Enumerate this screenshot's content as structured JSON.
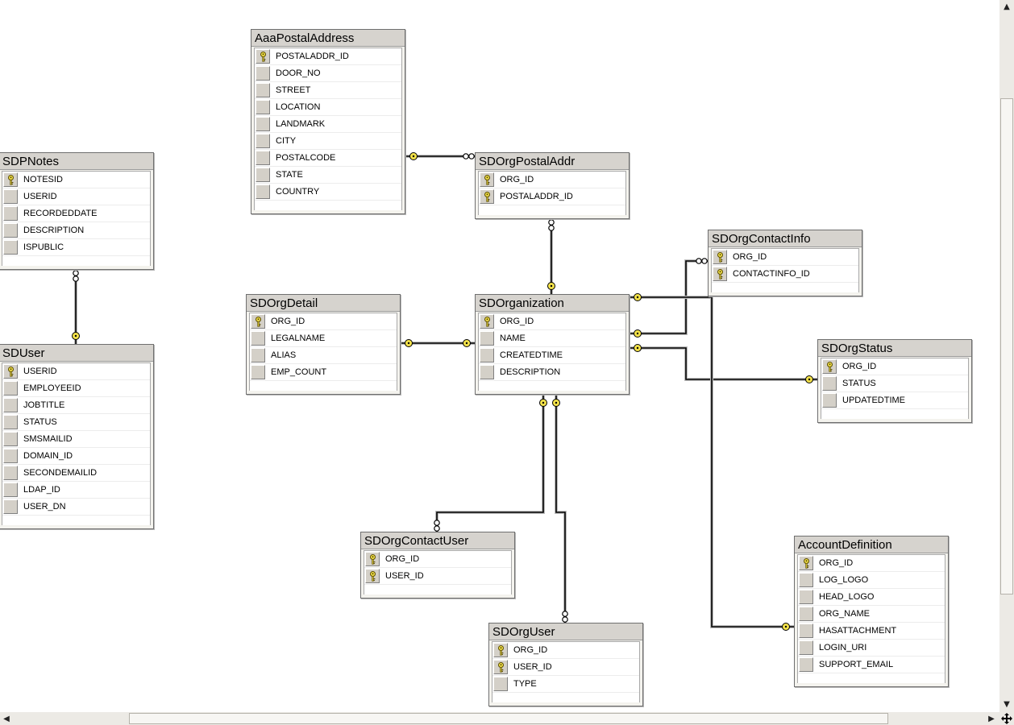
{
  "tables": [
    {
      "id": "aaapostaladdress",
      "title": "AaaPostalAddress",
      "columns": [
        {
          "name": "POSTALADDR_ID",
          "key": true
        },
        {
          "name": "DOOR_NO",
          "key": false
        },
        {
          "name": "STREET",
          "key": false
        },
        {
          "name": "LOCATION",
          "key": false
        },
        {
          "name": "LANDMARK",
          "key": false
        },
        {
          "name": "CITY",
          "key": false
        },
        {
          "name": "POSTALCODE",
          "key": false
        },
        {
          "name": "STATE",
          "key": false
        },
        {
          "name": "COUNTRY",
          "key": false
        }
      ]
    },
    {
      "id": "sdpnotes",
      "title": "SDPNotes",
      "columns": [
        {
          "name": "NOTESID",
          "key": true
        },
        {
          "name": "USERID",
          "key": false
        },
        {
          "name": "RECORDEDDATE",
          "key": false
        },
        {
          "name": "DESCRIPTION",
          "key": false
        },
        {
          "name": "ISPUBLIC",
          "key": false
        }
      ]
    },
    {
      "id": "sdorgpostaladdr",
      "title": "SDOrgPostalAddr",
      "columns": [
        {
          "name": "ORG_ID",
          "key": true
        },
        {
          "name": "POSTALADDR_ID",
          "key": true
        }
      ]
    },
    {
      "id": "sdorgcontactinfo",
      "title": "SDOrgContactInfo",
      "columns": [
        {
          "name": "ORG_ID",
          "key": true
        },
        {
          "name": "CONTACTINFO_ID",
          "key": true
        }
      ]
    },
    {
      "id": "sdorgdetail",
      "title": "SDOrgDetail",
      "columns": [
        {
          "name": "ORG_ID",
          "key": true
        },
        {
          "name": "LEGALNAME",
          "key": false
        },
        {
          "name": "ALIAS",
          "key": false
        },
        {
          "name": "EMP_COUNT",
          "key": false
        }
      ]
    },
    {
      "id": "sdorganization",
      "title": "SDOrganization",
      "columns": [
        {
          "name": "ORG_ID",
          "key": true
        },
        {
          "name": "NAME",
          "key": false
        },
        {
          "name": "CREATEDTIME",
          "key": false
        },
        {
          "name": "DESCRIPTION",
          "key": false
        }
      ]
    },
    {
      "id": "sduser",
      "title": "SDUser",
      "columns": [
        {
          "name": "USERID",
          "key": true
        },
        {
          "name": "EMPLOYEEID",
          "key": false
        },
        {
          "name": "JOBTITLE",
          "key": false
        },
        {
          "name": "STATUS",
          "key": false
        },
        {
          "name": "SMSMAILID",
          "key": false
        },
        {
          "name": "DOMAIN_ID",
          "key": false
        },
        {
          "name": "SECONDEMAILID",
          "key": false
        },
        {
          "name": "LDAP_ID",
          "key": false
        },
        {
          "name": "USER_DN",
          "key": false
        }
      ]
    },
    {
      "id": "sdorgstatus",
      "title": "SDOrgStatus",
      "columns": [
        {
          "name": "ORG_ID",
          "key": true
        },
        {
          "name": "STATUS",
          "key": false
        },
        {
          "name": "UPDATEDTIME",
          "key": false
        }
      ]
    },
    {
      "id": "sdorgcontactuser",
      "title": "SDOrgContactUser",
      "columns": [
        {
          "name": "ORG_ID",
          "key": true
        },
        {
          "name": "USER_ID",
          "key": true
        }
      ]
    },
    {
      "id": "accountdefinition",
      "title": "AccountDefinition",
      "columns": [
        {
          "name": "ORG_ID",
          "key": true
        },
        {
          "name": "LOG_LOGO",
          "key": false
        },
        {
          "name": "HEAD_LOGO",
          "key": false
        },
        {
          "name": "ORG_NAME",
          "key": false
        },
        {
          "name": "HASATTACHMENT",
          "key": false
        },
        {
          "name": "LOGIN_URI",
          "key": false
        },
        {
          "name": "SUPPORT_EMAIL",
          "key": false
        }
      ]
    },
    {
      "id": "sdorguser",
      "title": "SDOrgUser",
      "columns": [
        {
          "name": "ORG_ID",
          "key": true
        },
        {
          "name": "USER_ID",
          "key": true
        },
        {
          "name": "TYPE",
          "key": false
        }
      ]
    }
  ],
  "relationships": [
    {
      "from": "aaapostaladdress",
      "to": "sdorgpostaladdr"
    },
    {
      "from": "sdorgpostaladdr",
      "to": "sdorganization"
    },
    {
      "from": "sdpnotes",
      "to": "sduser"
    },
    {
      "from": "sdorgdetail",
      "to": "sdorganization"
    },
    {
      "from": "sdorganization",
      "to": "sdorgcontactinfo"
    },
    {
      "from": "sdorganization",
      "to": "sdorgstatus"
    },
    {
      "from": "sdorganization",
      "to": "accountdefinition"
    },
    {
      "from": "sdorganization",
      "to": "sdorgcontactuser"
    },
    {
      "from": "sdorganization",
      "to": "sdorguser"
    }
  ],
  "icons": {
    "primary_key": "key-icon",
    "scroll_up": "scroll-up-arrow-icon",
    "scroll_down": "scroll-down-arrow-icon",
    "scroll_left": "scroll-left-arrow-icon",
    "scroll_right": "scroll-right-arrow-icon",
    "pan": "pan-move-icon"
  },
  "colors": {
    "connector": "#000000",
    "endpoint": "#f3e24a",
    "title_bar": "#d6d3ce"
  }
}
